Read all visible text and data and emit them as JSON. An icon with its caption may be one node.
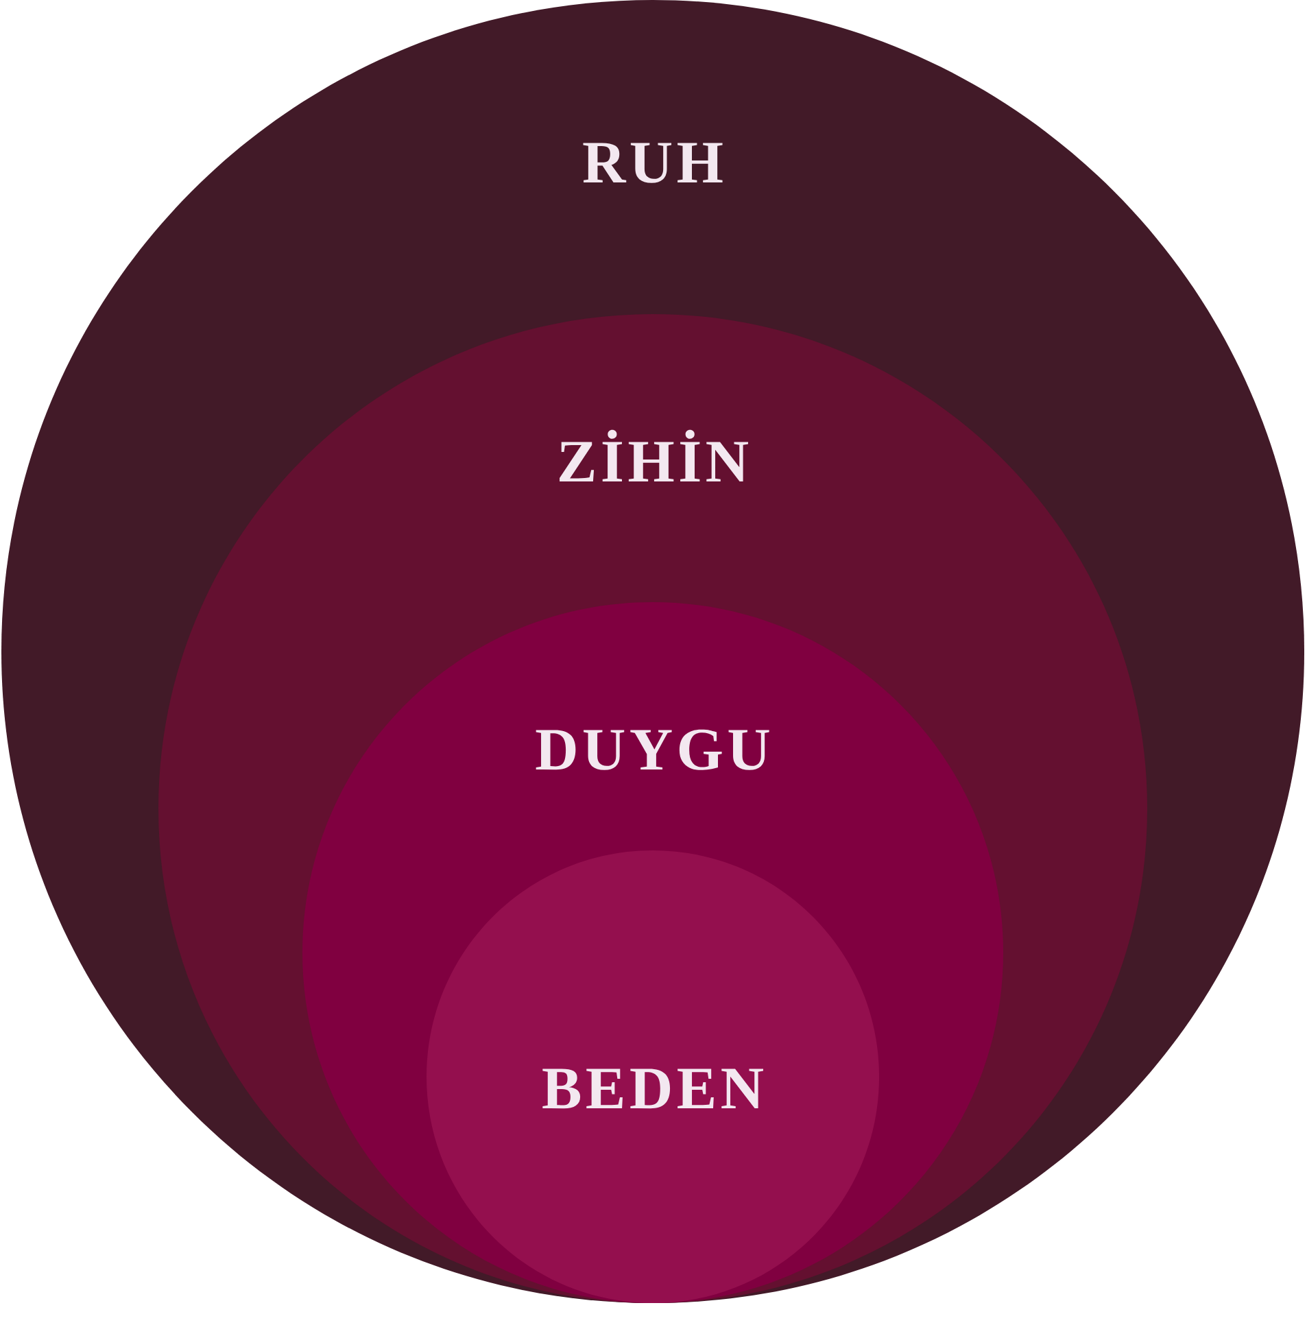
{
  "diagram": {
    "nodes": [
      {
        "text": [
          "RUH"
        ]
      },
      {
        "text": [
          "ZİHİN"
        ],
        "in": 0
      },
      {
        "text": [
          "DUYGU"
        ],
        "in": 1
      },
      {
        "text": [
          "BEDEN"
        ],
        "in": 2
      }
    ]
  }
}
